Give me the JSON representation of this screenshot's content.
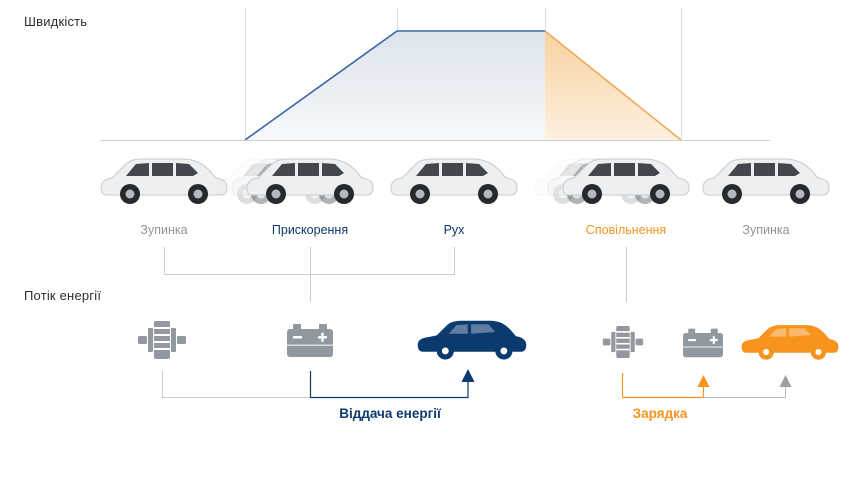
{
  "labels": {
    "speed_axis": "Швидкість",
    "energy_flow_axis": "Потік енергії",
    "energy_output": "Віддача енергії",
    "charging": "Зарядка"
  },
  "stages": [
    {
      "id": "stop-1",
      "state": "stop",
      "label": "Зупинка"
    },
    {
      "id": "acceleration",
      "state": "acceleration",
      "label": "Прискорення"
    },
    {
      "id": "motion",
      "state": "motion",
      "label": "Рух"
    },
    {
      "id": "deceleration",
      "state": "deceleration",
      "label": "Сповільнення"
    },
    {
      "id": "stop-2",
      "state": "stop",
      "label": "Зупинка"
    }
  ],
  "colors": {
    "brand_blue": "#0b3a6f",
    "accent_orange": "#f7941e",
    "chart_line_blue": "#3a67a5",
    "chart_line_orange": "#f0a95c",
    "icon_gray": "#9298a0",
    "muted_text": "#8f9498",
    "grid": "#dcdfe2"
  },
  "chart_data": {
    "type": "area",
    "title": "Швидкість",
    "x_phases": [
      "Зупинка",
      "Прискорення",
      "Рух",
      "Сповільнення",
      "Зупинка"
    ],
    "speed_profile": [
      {
        "phase": "Зупинка",
        "start": 0,
        "end": 0
      },
      {
        "phase": "Прискорення",
        "start": 0,
        "end": 1
      },
      {
        "phase": "Рух",
        "start": 1,
        "end": 1
      },
      {
        "phase": "Сповільнення",
        "start": 1,
        "end": 0
      },
      {
        "phase": "Зупинка",
        "start": 0,
        "end": 0
      }
    ],
    "segments": [
      {
        "name": "Прискорення + Рух",
        "line_color": "#3a67a5",
        "fill": "light blue-gray"
      },
      {
        "name": "Сповільнення",
        "line_color": "#f0a95c",
        "fill": "light orange"
      }
    ],
    "grid": "vertical phase separators",
    "legend": "none"
  },
  "energy_flow": {
    "left_group": {
      "icons": [
        "generator-icon",
        "battery-icon",
        "car-icon-blue"
      ],
      "caption": "Віддача енергії",
      "arrow_target": "car"
    },
    "right_group": {
      "icons": [
        "generator-icon",
        "battery-icon",
        "car-icon-orange"
      ],
      "caption": "Зарядка",
      "arrow_targets": [
        "battery",
        "car"
      ]
    }
  }
}
